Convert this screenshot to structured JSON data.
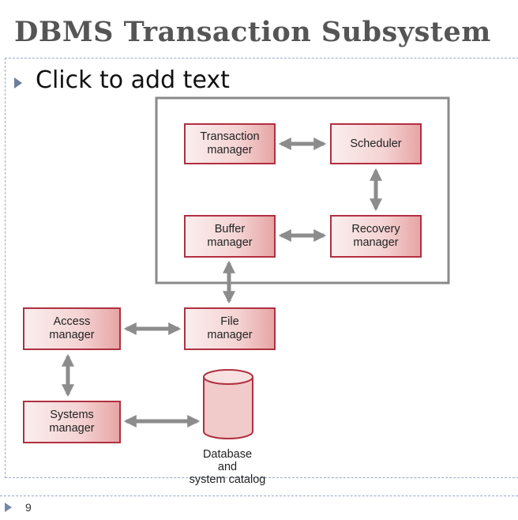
{
  "slide": {
    "title": "DBMS Transaction Subsystem",
    "bullet_text": "Click to add text",
    "page_number": "9"
  },
  "diagram": {
    "components": {
      "transaction_manager": "Transaction\nmanager",
      "scheduler": "Scheduler",
      "buffer_manager": "Buffer\nmanager",
      "recovery_manager": "Recovery\nmanager",
      "access_manager": "Access\nmanager",
      "file_manager": "File\nmanager",
      "systems_manager": "Systems\nmanager"
    },
    "database_label": "Database\nand\nsystem catalog",
    "colors": {
      "box_border": "#b03040",
      "box_fill_light": "#fbeeee",
      "box_fill_dark": "#e7a5a5",
      "arrow": "#8c8c8c",
      "subsystem_border": "#8a8a8a"
    }
  }
}
